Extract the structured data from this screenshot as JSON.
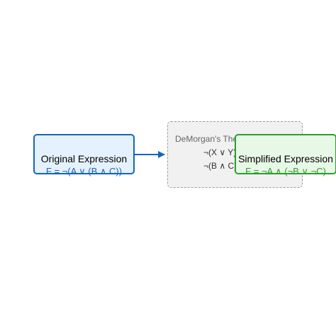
{
  "diagram": {
    "nodes": {
      "original": {
        "title": "Original Expression",
        "expression": "F = ¬(A ∨ (B ∧ C))",
        "border_color": "#1565c0",
        "fill_color": "#e5f1fc"
      },
      "theorem": {
        "title": "DeMorgan's Theorem",
        "rule1": "¬(X ∨ Y) = ¬X ∧ ¬Y",
        "rule2": "¬(B ∧ C) = ¬B ∨ ¬C",
        "border_color": "#9e9e9e",
        "fill_color": "#f1f1f1"
      },
      "simplified": {
        "title": "Simplified Expression",
        "expression": "F = ¬A ∧ (¬B ∨ ¬C)",
        "border_color": "#2e9e2e",
        "fill_color": "#e8f8e6"
      }
    },
    "edges": [
      {
        "from": "original",
        "to": "theorem",
        "color": "#1565c0"
      }
    ]
  }
}
